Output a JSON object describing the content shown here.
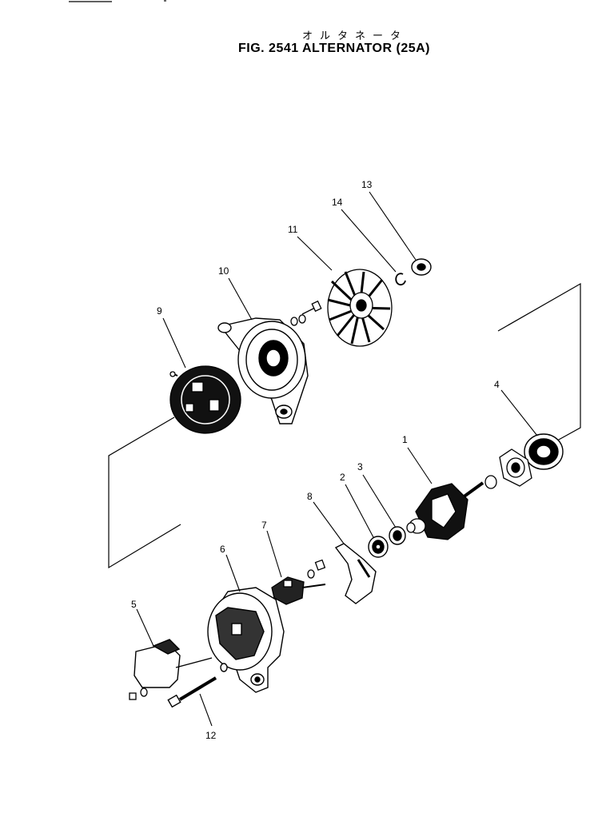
{
  "figure": {
    "title_jp": "オルタネータ",
    "title_en": "FIG. 2541 ALTERNATOR (25A)"
  },
  "callouts": [
    {
      "id": "1",
      "label": "1"
    },
    {
      "id": "2",
      "label": "2"
    },
    {
      "id": "3",
      "label": "3"
    },
    {
      "id": "4",
      "label": "4"
    },
    {
      "id": "5",
      "label": "5"
    },
    {
      "id": "6",
      "label": "6"
    },
    {
      "id": "7",
      "label": "7"
    },
    {
      "id": "8",
      "label": "8"
    },
    {
      "id": "9",
      "label": "9"
    },
    {
      "id": "10",
      "label": "10"
    },
    {
      "id": "11",
      "label": "11"
    },
    {
      "id": "12",
      "label": "12"
    },
    {
      "id": "13",
      "label": "13"
    },
    {
      "id": "14",
      "label": "14"
    }
  ]
}
